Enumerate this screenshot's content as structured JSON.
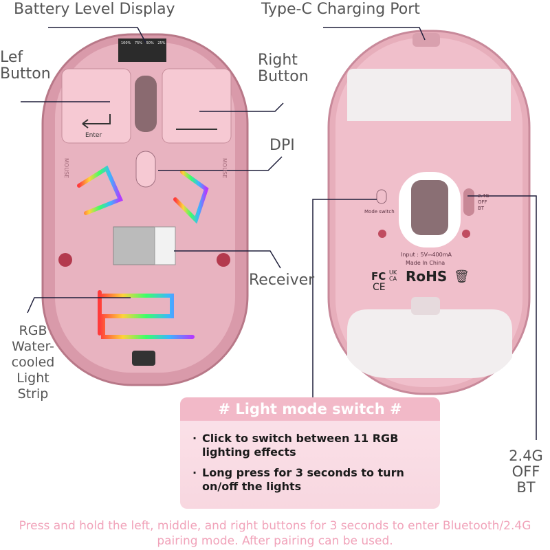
{
  "labels": {
    "battery": "Battery Level Display",
    "typec": "Type-C Charging Port",
    "left_button": [
      "Lef",
      "Button"
    ],
    "right_button": [
      "Right",
      "Button"
    ],
    "dpi": "DPI",
    "receiver": "Receiver",
    "rgb": [
      "RGB",
      "Water-",
      "cooled",
      "Light",
      "Strip"
    ],
    "mode_switch_side": [
      "2.4G",
      "OFF",
      "BT"
    ]
  },
  "mouse_left": {
    "battery_levels": [
      "100%",
      "75%",
      "50%",
      "25%"
    ],
    "enter_key": "Enter",
    "side_text": "MOUSE"
  },
  "mouse_right": {
    "mode_switch": "Mode switch",
    "switch_positions": [
      "2.4G",
      "OFF",
      "BT"
    ],
    "input": "Input : 5V⎓400mA",
    "made_in": "Made In China",
    "cert_rohs": "RoHS",
    "cert_fc": "FC",
    "cert_ukca": "UK CA",
    "cert_ce": "CE"
  },
  "info": {
    "title": "# Light mode switch #",
    "bullets": [
      "Click to switch between 11 RGB lighting effects",
      "Long press for 3 seconds to turn on/off the lights"
    ]
  },
  "footer": "Press and hold the left, middle, and right buttons for 3 seconds to enter Bluetooth/2.4G pairing mode. After pairing can be used.",
  "colors": {
    "pink": "#f2b9c8",
    "shell": "#e8a9b8",
    "footer": "#f1a3ba"
  }
}
